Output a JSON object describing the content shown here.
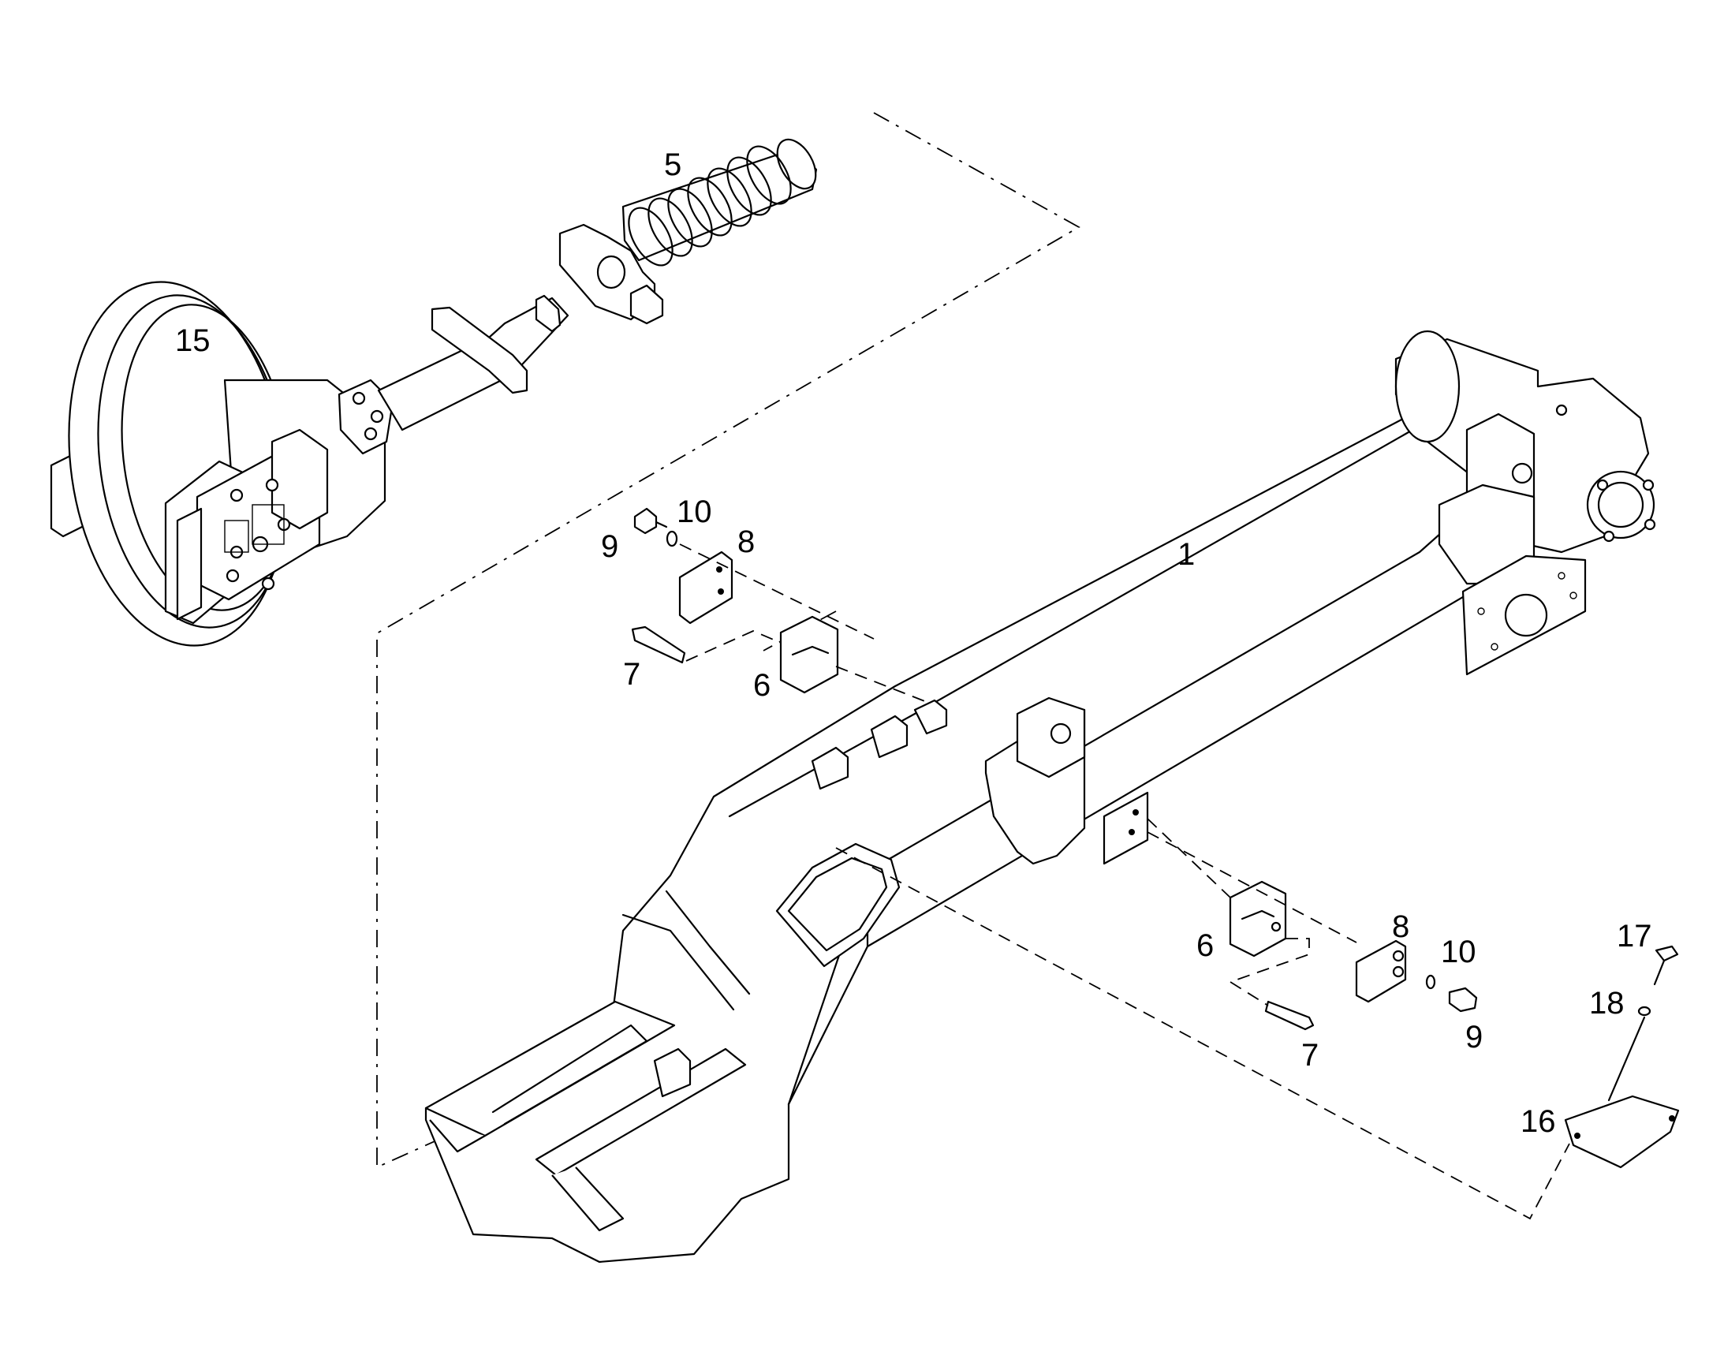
{
  "diagram": {
    "callouts": {
      "frame": "1",
      "spring": "5",
      "idler": "15",
      "guide_block_upper": "6",
      "guide_block_lower": "6",
      "bolt_upper": "7",
      "bolt_lower": "7",
      "plate_upper": "8",
      "plate_lower": "8",
      "screw_upper": "9",
      "screw_lower": "9",
      "washer_upper": "10",
      "washer_lower": "10",
      "cover_plate": "16",
      "cover_screw": "17",
      "cover_washer": "18"
    },
    "colors": {
      "line": "#000000",
      "background": "#ffffff"
    }
  }
}
